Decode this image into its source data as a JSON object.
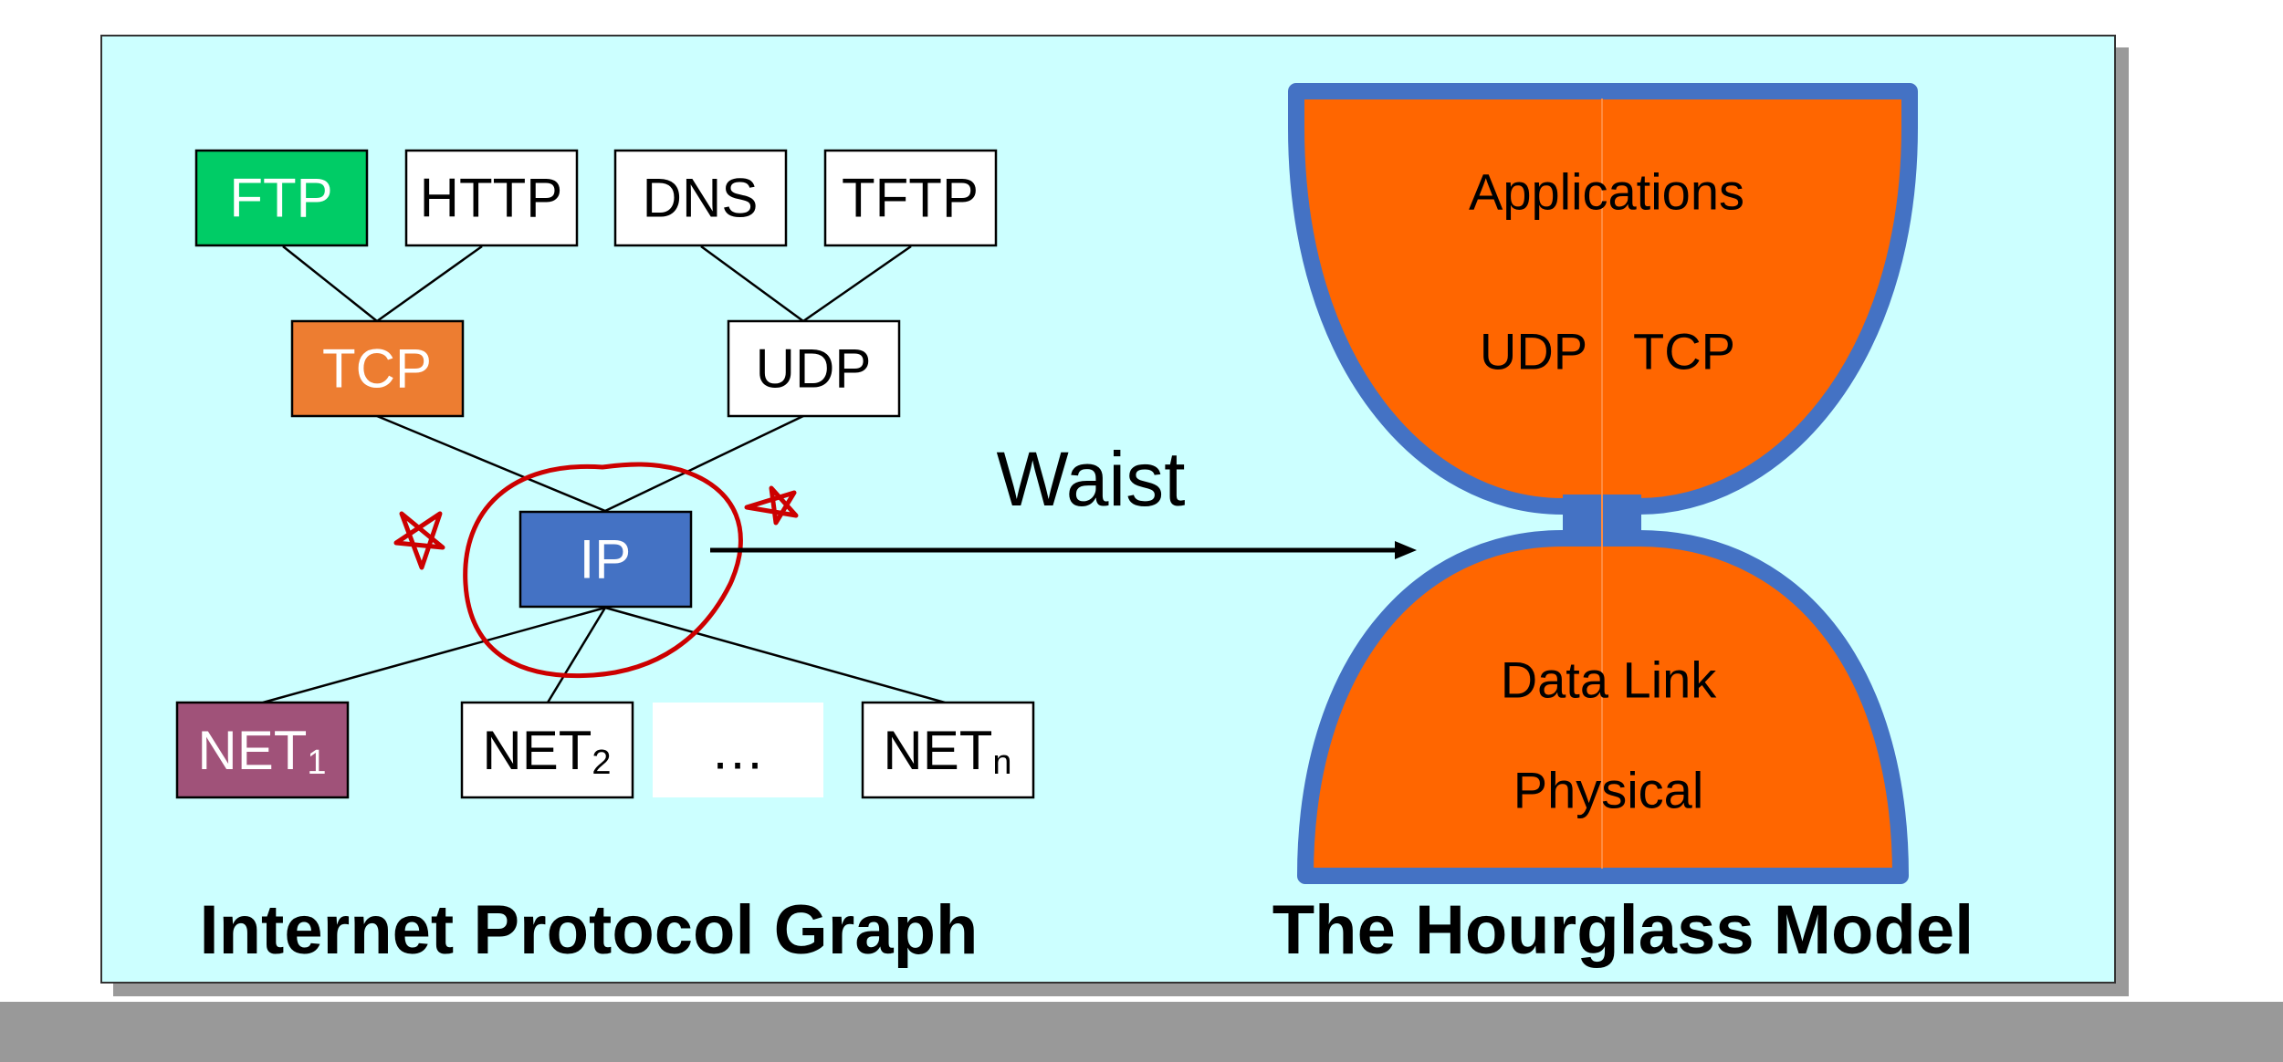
{
  "protocol_graph": {
    "caption": "Internet Protocol Graph",
    "nodes": {
      "ftp": {
        "label": "FTP",
        "fill": "#00cc66",
        "text_color": "#ffffff"
      },
      "http": {
        "label": "HTTP",
        "fill": "#ffffff",
        "text_color": "#000000"
      },
      "dns": {
        "label": "DNS",
        "fill": "#ffffff",
        "text_color": "#000000"
      },
      "tftp": {
        "label": "TFTP",
        "fill": "#ffffff",
        "text_color": "#000000"
      },
      "tcp": {
        "label": "TCP",
        "fill": "#ed7d31",
        "text_color": "#ffffff"
      },
      "udp": {
        "label": "UDP",
        "fill": "#ffffff",
        "text_color": "#000000"
      },
      "ip": {
        "label": "IP",
        "fill": "#4472c4",
        "text_color": "#ffffff"
      },
      "net1": {
        "label": "NET",
        "sub": "1",
        "fill": "#a05279",
        "text_color": "#ffffff"
      },
      "net2": {
        "label": "NET",
        "sub": "2",
        "fill": "#ffffff",
        "text_color": "#000000"
      },
      "ellipsis": {
        "label": "…",
        "fill": "#ffffff",
        "text_color": "#000000"
      },
      "netn": {
        "label": "NET",
        "sub": "n",
        "fill": "#ffffff",
        "text_color": "#000000"
      }
    }
  },
  "waist_label": "Waist",
  "hourglass": {
    "caption": "The Hourglass Model",
    "applications": "Applications",
    "udp": "UDP",
    "tcp": "TCP",
    "data_link": "Data Link",
    "physical": "Physical",
    "fill": "#ff6600",
    "border": "#4472c4"
  },
  "colors": {
    "panel_bg": "#ccffff",
    "annotation_red": "#cc0000"
  }
}
